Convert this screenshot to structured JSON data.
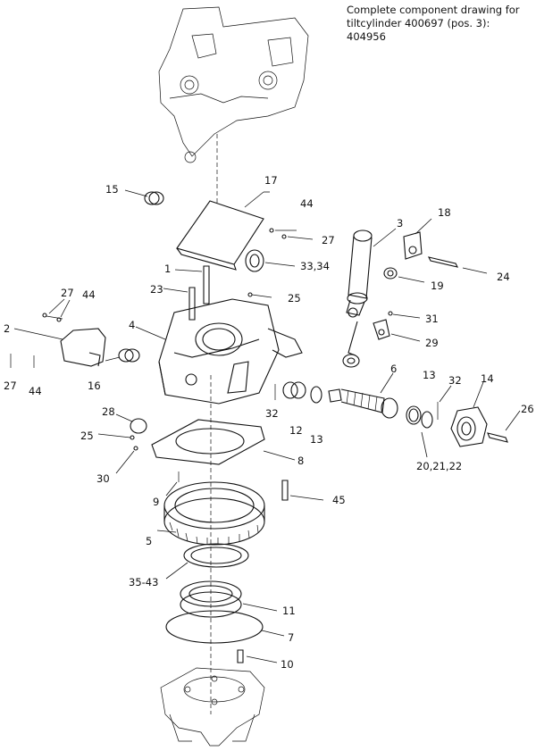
{
  "caption": "Complete component drawing for\ntiltcylinder 400697 (pos. 3):\n404956",
  "callouts": [
    {
      "id": "15",
      "label": "15"
    },
    {
      "id": "17",
      "label": "17"
    },
    {
      "id": "44a",
      "label": "44"
    },
    {
      "id": "27a",
      "label": "27"
    },
    {
      "id": "3",
      "label": "3"
    },
    {
      "id": "18",
      "label": "18"
    },
    {
      "id": "1",
      "label": "1"
    },
    {
      "id": "33_34",
      "label": "33,34"
    },
    {
      "id": "24",
      "label": "24"
    },
    {
      "id": "27b",
      "label": "27"
    },
    {
      "id": "44b",
      "label": "44"
    },
    {
      "id": "23",
      "label": "23"
    },
    {
      "id": "25a",
      "label": "25"
    },
    {
      "id": "19",
      "label": "19"
    },
    {
      "id": "2",
      "label": "2"
    },
    {
      "id": "4",
      "label": "4"
    },
    {
      "id": "31",
      "label": "31"
    },
    {
      "id": "29",
      "label": "29"
    },
    {
      "id": "27c",
      "label": "27"
    },
    {
      "id": "44c",
      "label": "44"
    },
    {
      "id": "16",
      "label": "16"
    },
    {
      "id": "6",
      "label": "6"
    },
    {
      "id": "13a",
      "label": "13"
    },
    {
      "id": "32a",
      "label": "32"
    },
    {
      "id": "14",
      "label": "14"
    },
    {
      "id": "26",
      "label": "26"
    },
    {
      "id": "28",
      "label": "28"
    },
    {
      "id": "32b",
      "label": "32"
    },
    {
      "id": "12",
      "label": "12"
    },
    {
      "id": "13b",
      "label": "13"
    },
    {
      "id": "25b",
      "label": "25"
    },
    {
      "id": "20_21_22",
      "label": "20,21,22"
    },
    {
      "id": "8",
      "label": "8"
    },
    {
      "id": "30",
      "label": "30"
    },
    {
      "id": "9",
      "label": "9"
    },
    {
      "id": "45",
      "label": "45"
    },
    {
      "id": "5",
      "label": "5"
    },
    {
      "id": "35_43",
      "label": "35-43"
    },
    {
      "id": "11",
      "label": "11"
    },
    {
      "id": "7",
      "label": "7"
    },
    {
      "id": "10",
      "label": "10"
    }
  ]
}
